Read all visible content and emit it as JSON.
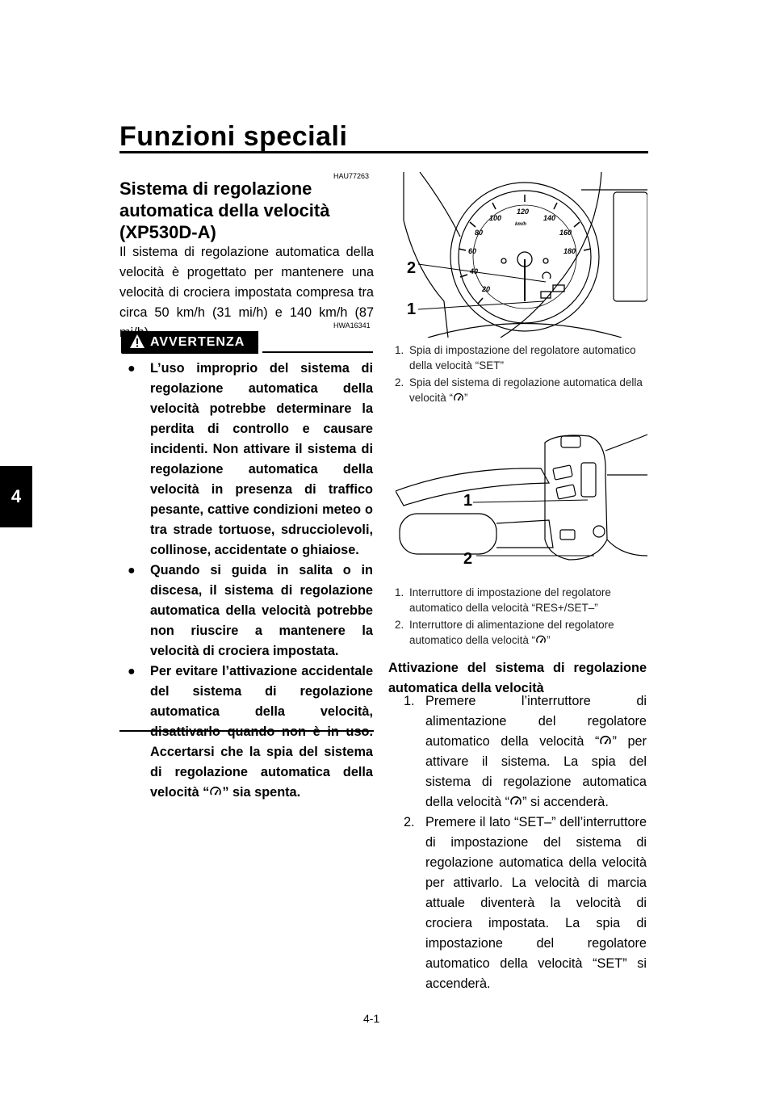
{
  "header": {
    "title": "Funzioni speciali",
    "chapter": "4"
  },
  "section": {
    "code": "HAU77263",
    "title": "Sistema di regolazione automatica della velocità (XP530D-A)",
    "intro": "Il sistema di regolazione automatica della velocità è progettato per mantenere una velocità di crociera impostata compresa tra circa 50 km/h (31 mi/h) e 140 km/h (87 mi/h)."
  },
  "warning": {
    "code": "HWA16341",
    "label": "AVVERTENZA",
    "items": [
      "L’uso improprio del sistema di regolazione automatica della velocità potrebbe determinare la perdita di controllo e causare incidenti. Non attivare il sistema di regolazione automatica della velocità in presenza di traffico pesante, cattive condizioni meteo o tra strade tortuose, sdrucciolevoli, collinose, accidentate o ghiaiose.",
      "Quando si guida in salita o in discesa, il sistema di regolazione automatica della velocità potrebbe non riuscire a mantenere la velocità di crociera impostata.",
      "Per evitare l’attivazione accidentale del sistema di regolazione automatica della velocità, disattivarlo quando non è in uso. Accertarsi che la spia del sistema di regolazione automatica della velocità “",
      "” sia spenta."
    ]
  },
  "figure1": {
    "callouts": [
      "2",
      "1"
    ],
    "speed_labels": [
      "20",
      "40",
      "60",
      "80",
      "100",
      "120",
      "140",
      "160",
      "180"
    ],
    "unit": "km/h",
    "captions": [
      {
        "num": "1.",
        "text": "Spia di impostazione del regolatore automatico della velocità “SET”"
      },
      {
        "num": "2.",
        "text_a": "Spia del sistema di regolazione automatica della velocità “",
        "text_b": "”"
      }
    ]
  },
  "figure2": {
    "callouts": [
      "1",
      "2"
    ],
    "captions": [
      {
        "num": "1.",
        "text": "Interruttore di impostazione del regolatore automatico della velocità “RES+/SET–”"
      },
      {
        "num": "2.",
        "text_a": "Interruttore di alimentazione del regolatore automatico della velocità “",
        "text_b": "”"
      }
    ]
  },
  "activation": {
    "title": "Attivazione del sistema di regolazione automatica della velocità",
    "steps": [
      {
        "n": "1.",
        "a": "Premere l’interruttore di alimentazione del regolatore automatico della velocità “",
        "b": "” per attivare il sistema. La spia del sistema di regolazione automatica della velocità “",
        "c": "” si accenderà."
      },
      {
        "n": "2.",
        "text": "Premere il lato “SET–” dell’interruttore di impostazione del sistema di regolazione automatica della velocità per attivarlo. La velocità di marcia attuale diventerà la velocità di crociera impostata. La spia di impostazione del regolatore automatico della velocità “SET” si accenderà."
      }
    ]
  },
  "footer": {
    "page": "4-1"
  },
  "icons": {
    "cruise": "cruise-control-icon",
    "warning": "warning-triangle-icon"
  }
}
